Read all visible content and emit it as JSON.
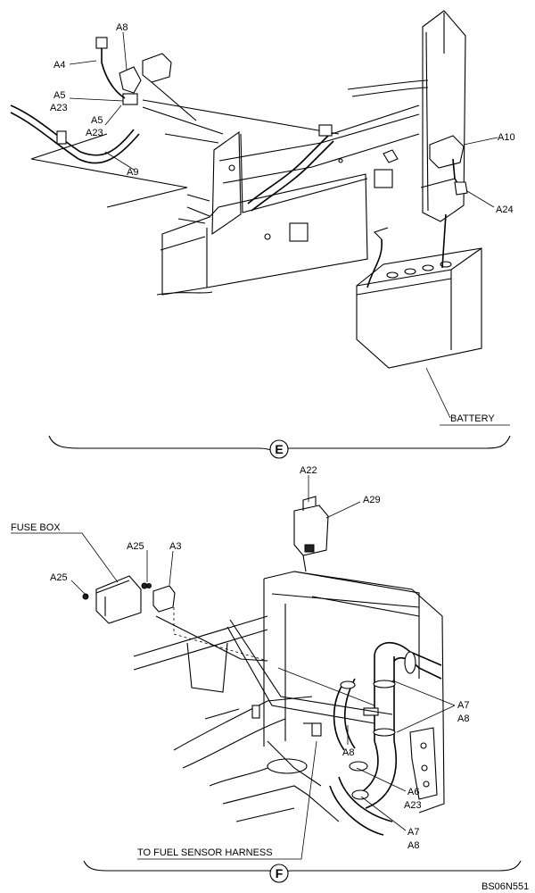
{
  "view_e": {
    "labels": {
      "a4": "A4",
      "a8": "A8",
      "a5_top": "A5",
      "a23_top": "A23",
      "a5_mid": "A5",
      "a23_mid": "A23",
      "a9": "A9",
      "a10": "A10",
      "a24": "A24",
      "battery": "BATTERY"
    },
    "section_letter": "E"
  },
  "view_f": {
    "labels": {
      "fuse_box": "FUSE BOX",
      "a22": "A22",
      "a29": "A29",
      "a25_upper": "A25",
      "a3": "A3",
      "a25_left": "A25",
      "a7_right": "A7",
      "a8_right": "A8",
      "a8_mid": "A8",
      "a6": "A6",
      "a23": "A23",
      "a7_bottom": "A7",
      "a8_bottom": "A8",
      "fuel_sensor": "TO FUEL SENSOR HARNESS"
    },
    "section_letter": "F"
  },
  "drawing_id": "BS06N551"
}
